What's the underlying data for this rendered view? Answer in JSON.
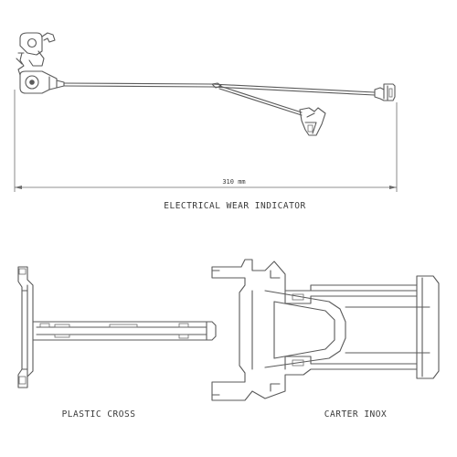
{
  "labels": {
    "dimension": "310 mm",
    "main_caption": "ELECTRICAL WEAR INDICATOR",
    "left_caption": "PLASTIC CROSS",
    "right_caption": "CARTER INOX"
  }
}
